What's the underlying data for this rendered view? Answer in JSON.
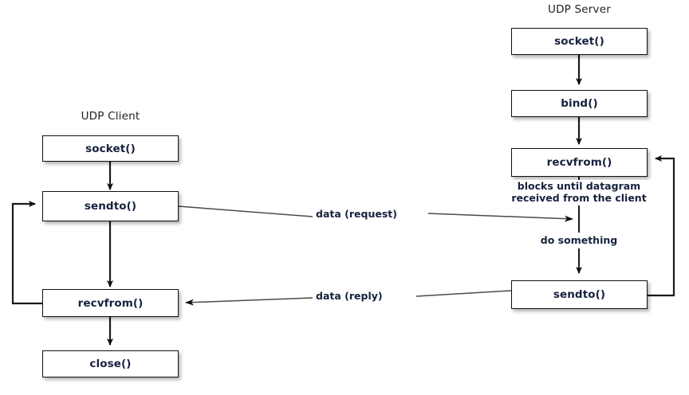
{
  "diagram": {
    "title_client": "UDP Client",
    "title_server": "UDP Server",
    "client": {
      "nodes": [
        {
          "id": "client-socket",
          "label": "socket()"
        },
        {
          "id": "client-sendto",
          "label": "sendto()"
        },
        {
          "id": "client-recvfrom",
          "label": "recvfrom()"
        },
        {
          "id": "client-close",
          "label": "close()"
        }
      ]
    },
    "server": {
      "nodes": [
        {
          "id": "server-socket",
          "label": "socket()"
        },
        {
          "id": "server-bind",
          "label": "bind()"
        },
        {
          "id": "server-recvfrom",
          "label": "recvfrom()"
        },
        {
          "id": "server-sendto",
          "label": "sendto()"
        }
      ],
      "notes": {
        "blocks_line1": "blocks until datagram",
        "blocks_line2": "received from the client",
        "do_something": "do something"
      }
    },
    "messages": {
      "request": "data (request)",
      "reply": "data (reply)"
    },
    "colors": {
      "background": "#ffffff",
      "box_border": "#111111",
      "box_fill": "#ffffff",
      "label_text": "#16213e",
      "title_text": "#222222",
      "wire": "#1a1a1a",
      "wire_thin": "#4a4a4a"
    }
  }
}
